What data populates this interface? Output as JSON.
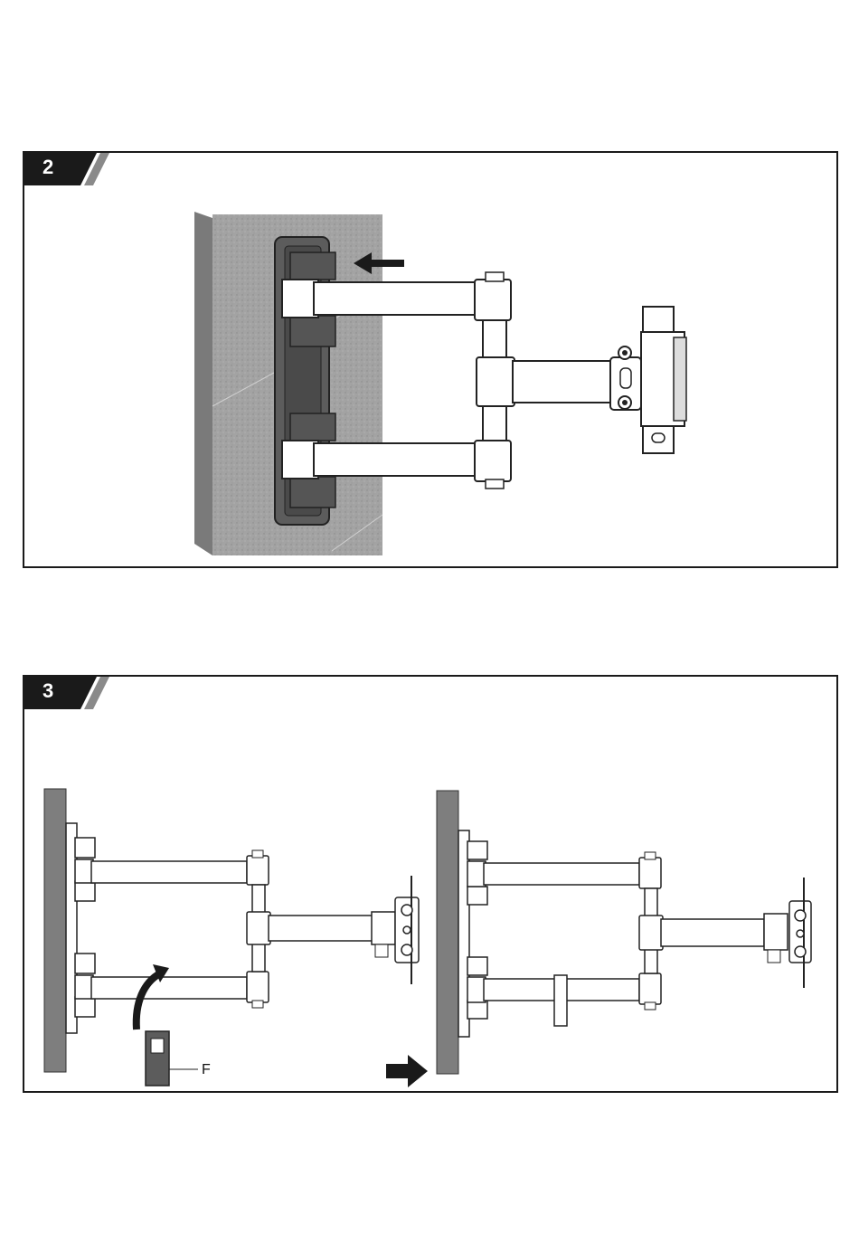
{
  "steps": [
    {
      "number": "2"
    },
    {
      "number": "3"
    }
  ],
  "part_label": "F",
  "colors": {
    "wall": "#9c9c9c",
    "wall_edge": "#6e6e6e",
    "plate": "#5c5c5c",
    "arm": "#ffffff",
    "outline": "#222222",
    "badge": "#1a1a1a",
    "badge_accent": "#8a8a8a",
    "arrow": "#1a1a1a"
  }
}
